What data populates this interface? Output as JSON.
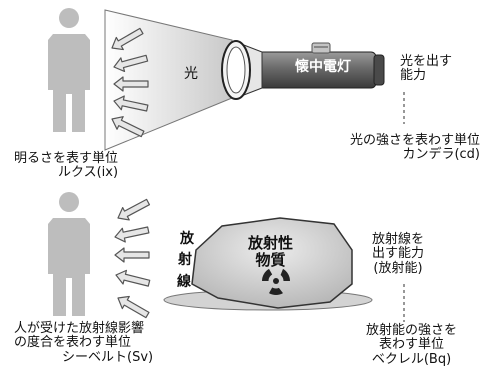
{
  "top": {
    "beam_label": "光",
    "flashlight_label": "懐中電灯",
    "emit_label": {
      "line1": "光を出す",
      "line2": "能力"
    },
    "intensity_unit": {
      "line1": "光の強さを表わす単位",
      "line2": "カンデラ(cd)"
    },
    "brightness_unit": {
      "line1": "明るさを表す単位",
      "line2": "ルクス(ix)"
    }
  },
  "bottom": {
    "radiation_chars": [
      "放",
      "射",
      "線"
    ],
    "material_label": {
      "line1": "放射性",
      "line2": "物質"
    },
    "emit_label": {
      "line1": "放射線を",
      "line2": "出す能力",
      "line3": "(放射能)"
    },
    "activity_unit": {
      "line1": "放射能の強さを",
      "line2": "表わす単位",
      "line3": "ベクレル(Bq)"
    },
    "dose_unit": {
      "line1": "人が受けた放射線影響",
      "line2": "の度合を表わす単位",
      "line3": "シーベルト(Sv)"
    }
  }
}
